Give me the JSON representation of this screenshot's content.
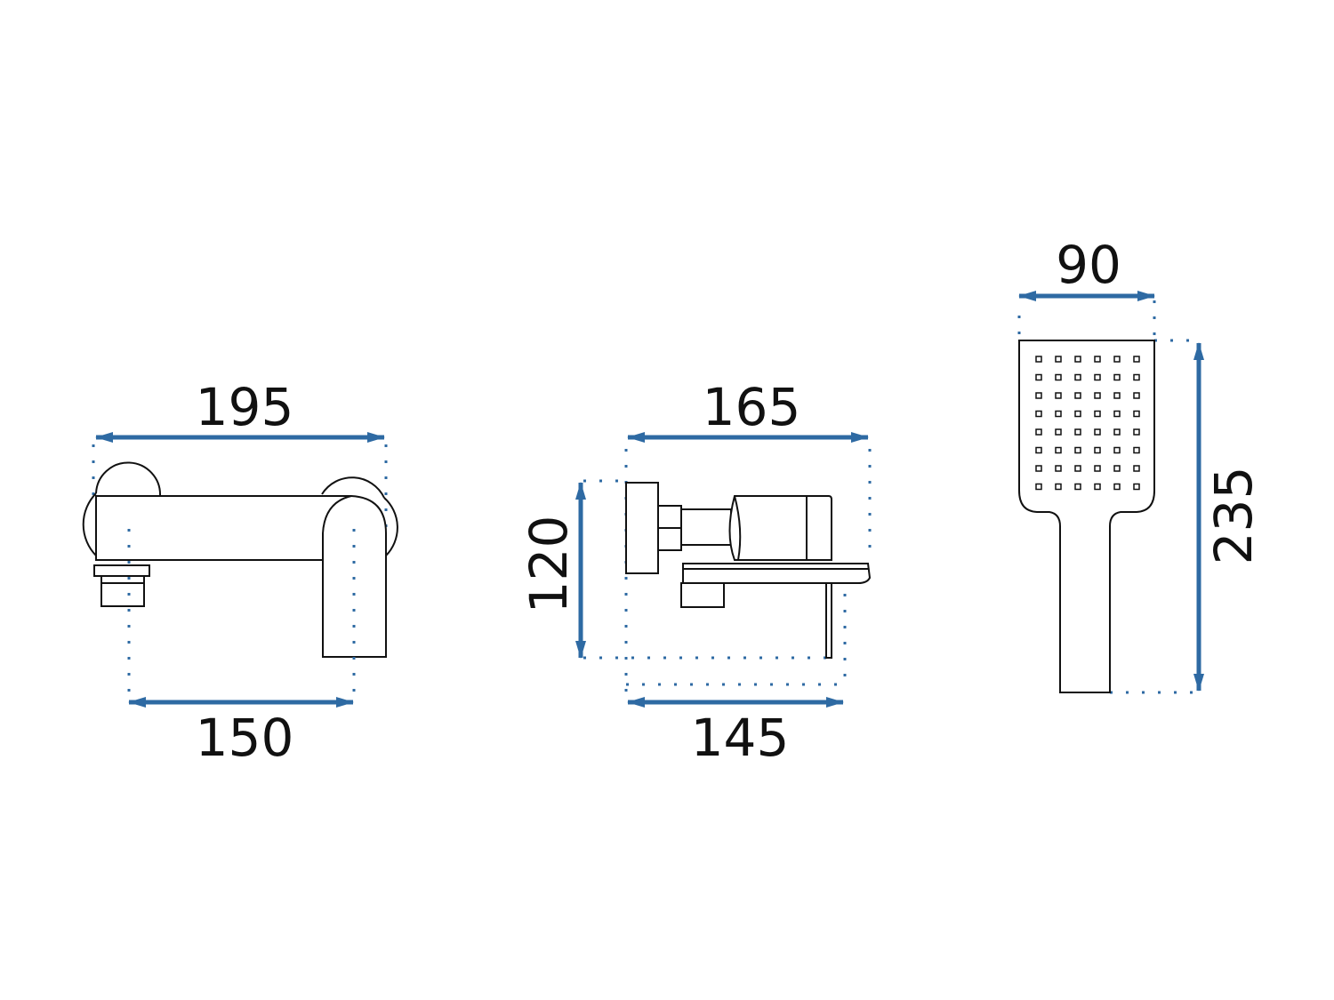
{
  "colors": {
    "dimension": "#2e6aa3",
    "outline": "#111111",
    "background": "#ffffff"
  },
  "spout": {
    "top_dimension": "195",
    "bottom_dimension": "150"
  },
  "mixer": {
    "top_dimension": "165",
    "bottom_dimension": "145",
    "height_dimension": "120"
  },
  "hand_shower": {
    "width_dimension": "90",
    "height_dimension": "235"
  }
}
